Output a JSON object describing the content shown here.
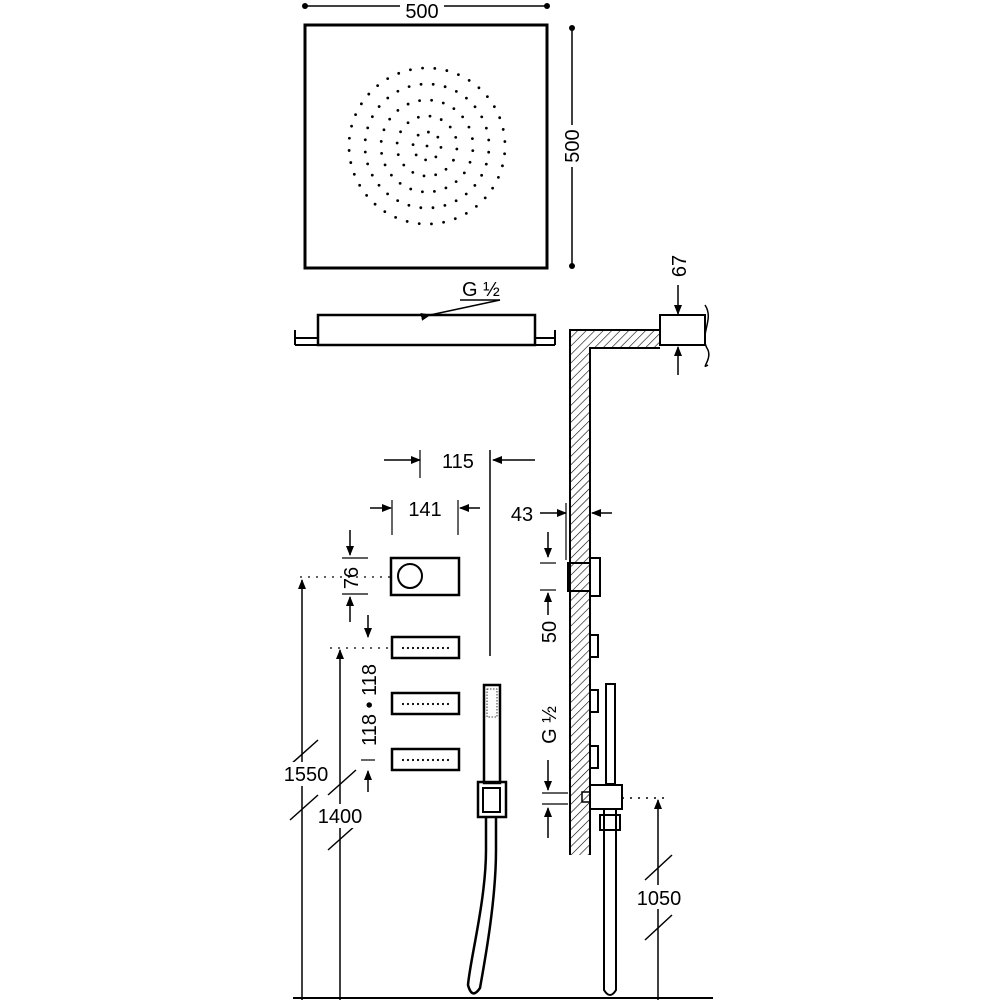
{
  "drawing": {
    "top_view": {
      "width_label": "500",
      "depth_label": "500"
    },
    "side_view": {
      "connection_label": "G ½",
      "thickness_label": "67"
    },
    "panel": {
      "offset_label": "115",
      "width_label": "141",
      "control_height_label": "76",
      "jet_spacing_label": "118 • 118",
      "control_height_from_floor_label": "1550",
      "jets_height_from_floor_label": "1400"
    },
    "wall_section": {
      "projection_label": "43",
      "spacing_label": "50",
      "connection_label": "G ½",
      "outlet_height_label": "1050"
    }
  },
  "colors": {
    "ink": "#000000",
    "background": "#ffffff"
  }
}
